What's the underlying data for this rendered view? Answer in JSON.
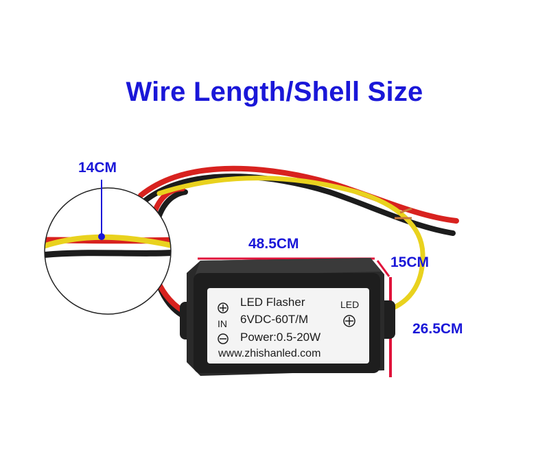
{
  "title": "Wire Length/Shell Size",
  "dimensions": {
    "wire_detail": "14CM",
    "length": "48.5CM",
    "height": "15CM",
    "width": "26.5CM"
  },
  "device_label": {
    "name": "LED Flasher",
    "voltage": "6VDC-60T/M",
    "power": "Power:0.5-20W",
    "website": "www.zhishanled.com",
    "input": "IN",
    "output": "LED"
  },
  "colors": {
    "text_accent": "#1a17d8",
    "dimension_line": "#e0123a",
    "wire_red": "#d8221f",
    "wire_yellow": "#e9d21e",
    "wire_black": "#1c1c1c",
    "housing": "#222222"
  }
}
